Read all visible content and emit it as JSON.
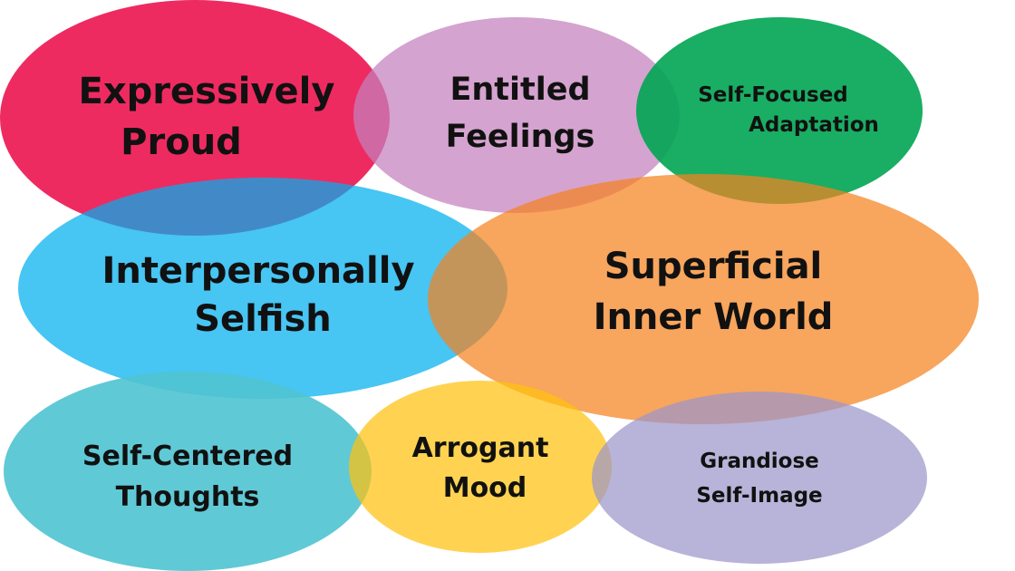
{
  "traits": [
    {
      "id": "expressively-proud",
      "lines": [
        "Expressively",
        "Proud"
      ],
      "color": "#ed1b55"
    },
    {
      "id": "entitled-feelings",
      "lines": [
        "Entitled",
        "Feelings"
      ],
      "color": "#c57fbd"
    },
    {
      "id": "self-focused-adaptation",
      "lines": [
        "Self-Focused",
        "Adaptation"
      ],
      "color": "#00a552"
    },
    {
      "id": "interpersonally-selfish",
      "lines": [
        "Interpersonally",
        "Selfish"
      ],
      "color": "#00aeef"
    },
    {
      "id": "superficial-inner-world",
      "lines": [
        "Superficial",
        "Inner World"
      ],
      "color": "#f58220"
    },
    {
      "id": "self-centered-thoughts",
      "lines": [
        "Self-Centered",
        "Thoughts"
      ],
      "color": "#4fc3d1"
    },
    {
      "id": "arrogant-mood",
      "lines": [
        "Arrogant",
        "Mood"
      ],
      "color": "#ffc20e"
    },
    {
      "id": "grandiose-self-image",
      "lines": [
        "Grandiose",
        "Self-Image"
      ],
      "color": "#9d95c9"
    }
  ]
}
